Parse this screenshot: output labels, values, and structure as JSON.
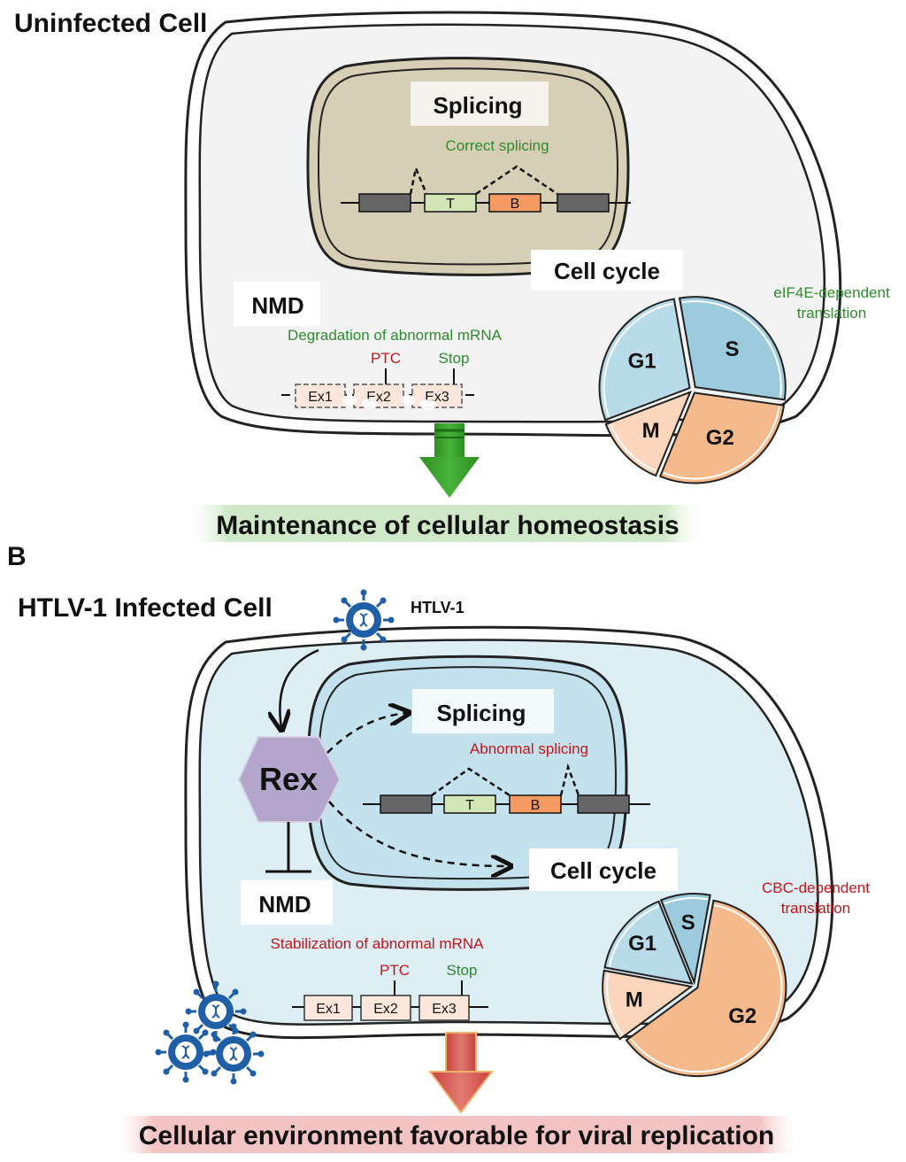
{
  "panel_a": {
    "title": "Uninfected Cell",
    "splicing_label": "Splicing",
    "splicing_note": "Correct splicing",
    "exon_t": "T",
    "exon_b": "B",
    "cell_cycle_label": "Cell cycle",
    "nmd_label": "NMD",
    "nmd_note": "Degradation of abnormal mRNA",
    "ptc": "PTC",
    "stop": "Stop",
    "exons": [
      "Ex1",
      "Ex2",
      "Ex3"
    ],
    "translation_note_line1": "eIF4E-dependent",
    "translation_note_line2": "translation",
    "pie": [
      {
        "label": "S",
        "fraction": 0.3,
        "color": "#9ccbde"
      },
      {
        "label": "G2",
        "fraction": 0.29,
        "color": "#f6b98b"
      },
      {
        "label": "M",
        "fraction": 0.13,
        "color": "#fbd6bd"
      },
      {
        "label": "G1",
        "fraction": 0.28,
        "color": "#b7dbe8"
      }
    ],
    "outcome": "Maintenance of cellular homeostasis",
    "colors": {
      "cell_fill": "#f3f3f3",
      "nucleus_fill": "#d6cfb5",
      "arrow": "#3a9a2a",
      "outcome_bg": "#cfe9c8"
    }
  },
  "panel_b": {
    "panel_letter": "B",
    "title": "HTLV-1 Infected Cell",
    "virus_label": "HTLV-1",
    "rex_label": "Rex",
    "splicing_label": "Splicing",
    "splicing_note": "Abnormal splicing",
    "exon_t": "T",
    "exon_b": "B",
    "cell_cycle_label": "Cell cycle",
    "nmd_label": "NMD",
    "nmd_note": "Stabilization of abnormal mRNA",
    "ptc": "PTC",
    "stop": "Stop",
    "exons": [
      "Ex1",
      "Ex2",
      "Ex3"
    ],
    "translation_note_line1": "CBC-dependent",
    "translation_note_line2": "translation",
    "pie": [
      {
        "label": "S",
        "fraction": 0.09,
        "color": "#9ccbde"
      },
      {
        "label": "G2",
        "fraction": 0.62,
        "color": "#f6b98b"
      },
      {
        "label": "M",
        "fraction": 0.13,
        "color": "#fbd6bd"
      },
      {
        "label": "G1",
        "fraction": 0.16,
        "color": "#b7dbe8"
      }
    ],
    "outcome": "Cellular environment favorable for viral replication",
    "colors": {
      "cell_fill": "#ddeef5",
      "nucleus_fill": "#c4e2ee",
      "rex_fill": "#b3a6cc",
      "arrow": "#d9534f",
      "outcome_bg": "#f4c4c4",
      "virus": "#1f5fa8"
    }
  }
}
